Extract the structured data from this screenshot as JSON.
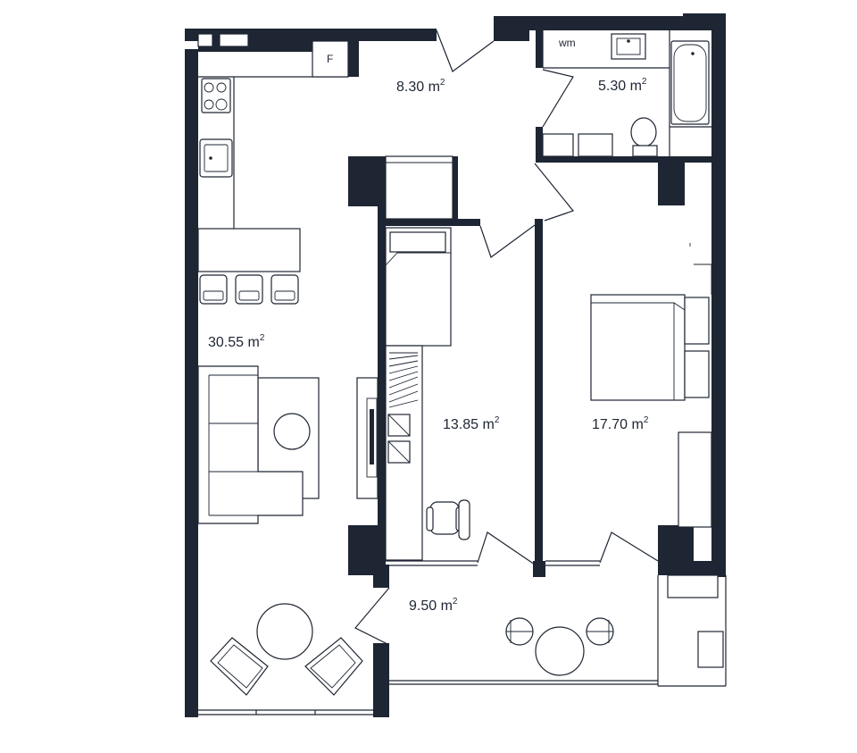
{
  "rooms": {
    "living": {
      "area": "30.55 m",
      "sup": "2"
    },
    "hall": {
      "area": "8.30 m",
      "sup": "2"
    },
    "bath": {
      "area": "5.30 m",
      "sup": "2"
    },
    "study": {
      "area": "13.85 m",
      "sup": "2"
    },
    "bedroom": {
      "area": "17.70 m",
      "sup": "2"
    },
    "balcony": {
      "area": "9.50 m",
      "sup": "2"
    }
  },
  "fixtures": {
    "fridge_label": "F",
    "washing_machine_label": "wm"
  },
  "colors": {
    "wall": "#1e2533",
    "background": "#ffffff"
  }
}
